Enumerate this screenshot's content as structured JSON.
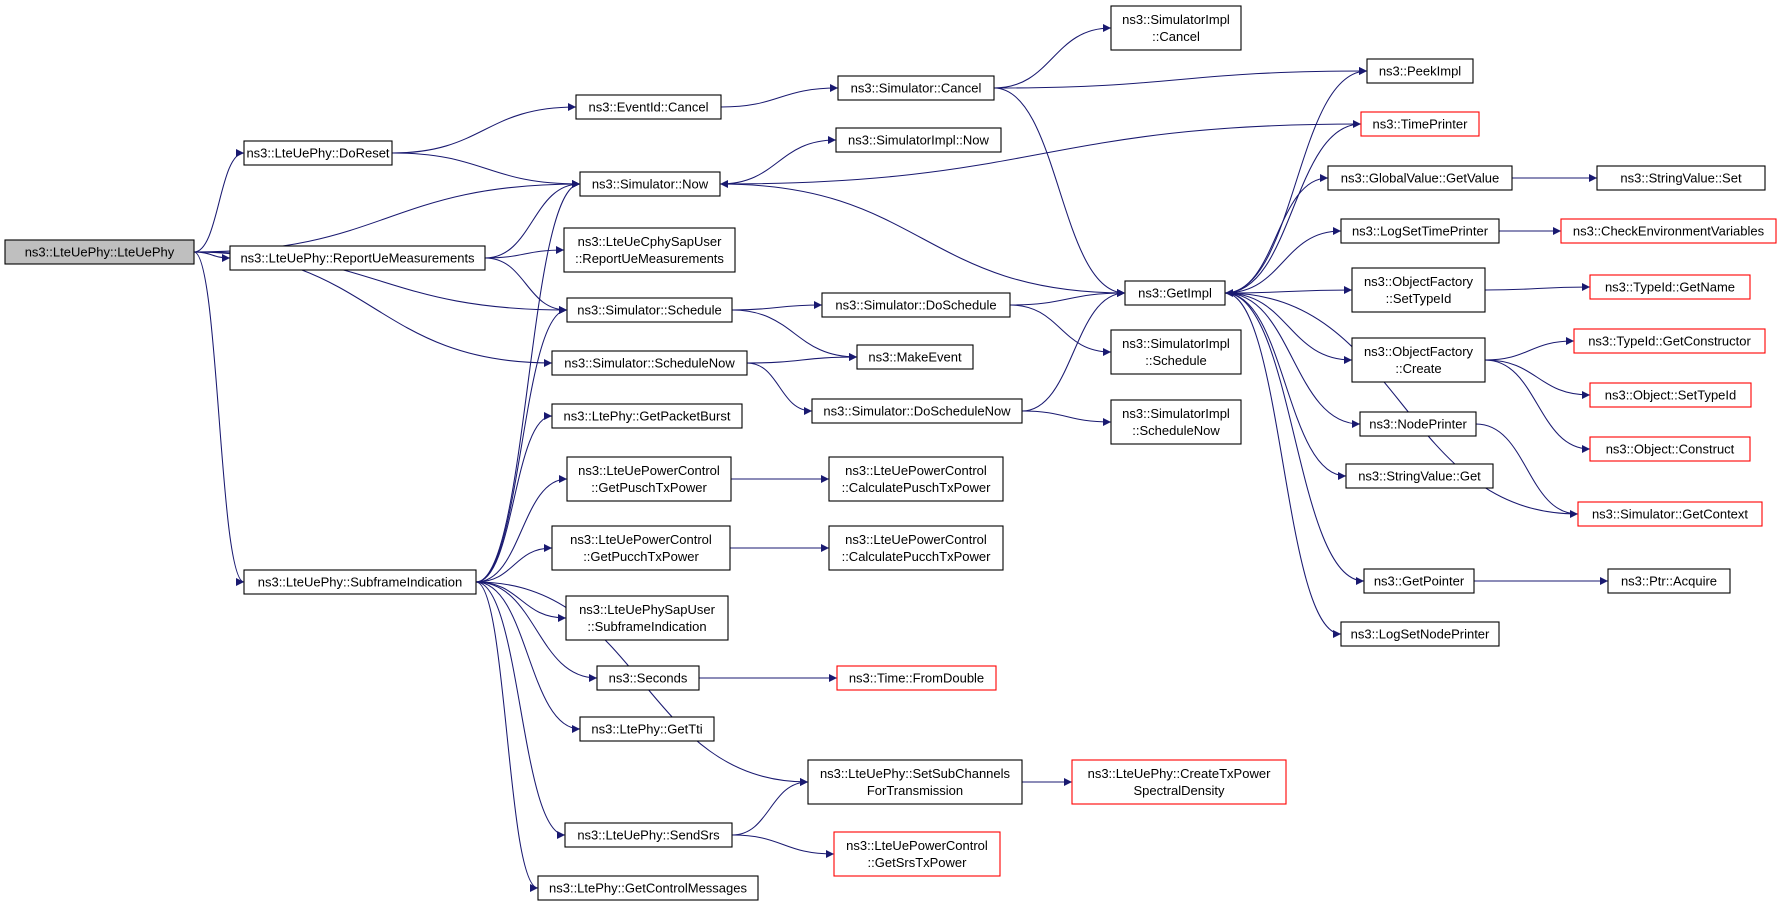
{
  "graph": {
    "type": "doxygen-call-graph",
    "colors": {
      "edge": "#191970",
      "node_border": "#000000",
      "truncated_node_border": "#ff0000",
      "root_fill": "#bfbfbf",
      "node_fill": "#ffffff"
    },
    "nodes": [
      {
        "id": "root",
        "lines": [
          "ns3::LteUePhy::LteUePhy"
        ],
        "style": "root"
      },
      {
        "id": "doreset",
        "lines": [
          "ns3::LteUePhy::DoReset"
        ]
      },
      {
        "id": "reportue",
        "lines": [
          "ns3::LteUePhy::ReportUeMeasurements"
        ]
      },
      {
        "id": "subframe",
        "lines": [
          "ns3::LteUePhy::SubframeIndication"
        ]
      },
      {
        "id": "eventcancel",
        "lines": [
          "ns3::EventId::Cancel"
        ]
      },
      {
        "id": "simnow",
        "lines": [
          "ns3::Simulator::Now"
        ]
      },
      {
        "id": "cphysap",
        "lines": [
          "ns3::LteUeCphySapUser",
          "::ReportUeMeasurements"
        ]
      },
      {
        "id": "simsched",
        "lines": [
          "ns3::Simulator::Schedule"
        ]
      },
      {
        "id": "simschednow",
        "lines": [
          "ns3::Simulator::ScheduleNow"
        ]
      },
      {
        "id": "getpacketburst",
        "lines": [
          "ns3::LtePhy::GetPacketBurst"
        ]
      },
      {
        "id": "getpusch",
        "lines": [
          "ns3::LteUePowerControl",
          "::GetPuschTxPower"
        ]
      },
      {
        "id": "getpucch",
        "lines": [
          "ns3::LteUePowerControl",
          "::GetPucchTxPower"
        ]
      },
      {
        "id": "physap",
        "lines": [
          "ns3::LteUePhySapUser",
          "::SubframeIndication"
        ]
      },
      {
        "id": "seconds",
        "lines": [
          "ns3::Seconds"
        ]
      },
      {
        "id": "gettti",
        "lines": [
          "ns3::LtePhy::GetTti"
        ]
      },
      {
        "id": "sendsrs",
        "lines": [
          "ns3::LteUePhy::SendSrs"
        ]
      },
      {
        "id": "getctrl",
        "lines": [
          "ns3::LtePhy::GetControlMessages"
        ]
      },
      {
        "id": "simcancel",
        "lines": [
          "ns3::Simulator::Cancel"
        ]
      },
      {
        "id": "implnow",
        "lines": [
          "ns3::SimulatorImpl::Now"
        ]
      },
      {
        "id": "dosched",
        "lines": [
          "ns3::Simulator::DoSchedule"
        ]
      },
      {
        "id": "makeevent",
        "lines": [
          "ns3::MakeEvent"
        ]
      },
      {
        "id": "doschednow",
        "lines": [
          "ns3::Simulator::DoScheduleNow"
        ]
      },
      {
        "id": "calcpusch",
        "lines": [
          "ns3::LteUePowerControl",
          "::CalculatePuschTxPower"
        ]
      },
      {
        "id": "calcpucch",
        "lines": [
          "ns3::LteUePowerControl",
          "::CalculatePucchTxPower"
        ]
      },
      {
        "id": "fromdouble",
        "lines": [
          "ns3::Time::FromDouble"
        ],
        "style": "red"
      },
      {
        "id": "setsubch",
        "lines": [
          "ns3::LteUePhy::SetSubChannels",
          "ForTransmission"
        ]
      },
      {
        "id": "getsrs",
        "lines": [
          "ns3::LteUePowerControl",
          "::GetSrsTxPower"
        ],
        "style": "red"
      },
      {
        "id": "implcancel",
        "lines": [
          "ns3::SimulatorImpl",
          "::Cancel"
        ]
      },
      {
        "id": "getimpl",
        "lines": [
          "ns3::GetImpl"
        ]
      },
      {
        "id": "implsched",
        "lines": [
          "ns3::SimulatorImpl",
          "::Schedule"
        ]
      },
      {
        "id": "implschednow",
        "lines": [
          "ns3::SimulatorImpl",
          "::ScheduleNow"
        ]
      },
      {
        "id": "createtx",
        "lines": [
          "ns3::LteUePhy::CreateTxPower",
          "SpectralDensity"
        ],
        "style": "red"
      },
      {
        "id": "peekimpl",
        "lines": [
          "ns3::PeekImpl"
        ]
      },
      {
        "id": "timeprinter",
        "lines": [
          "ns3::TimePrinter"
        ],
        "style": "red"
      },
      {
        "id": "gvgetvalue",
        "lines": [
          "ns3::GlobalValue::GetValue"
        ]
      },
      {
        "id": "logsettime",
        "lines": [
          "ns3::LogSetTimePrinter"
        ]
      },
      {
        "id": "ofsettypeid",
        "lines": [
          "ns3::ObjectFactory",
          "::SetTypeId"
        ]
      },
      {
        "id": "ofcreate",
        "lines": [
          "ns3::ObjectFactory",
          "::Create"
        ]
      },
      {
        "id": "nodeprinter",
        "lines": [
          "ns3::NodePrinter"
        ]
      },
      {
        "id": "svget",
        "lines": [
          "ns3::StringValue::Get"
        ]
      },
      {
        "id": "getpointer",
        "lines": [
          "ns3::GetPointer"
        ]
      },
      {
        "id": "logsetnode",
        "lines": [
          "ns3::LogSetNodePrinter"
        ]
      },
      {
        "id": "svset",
        "lines": [
          "ns3::StringValue::Set"
        ]
      },
      {
        "id": "checkenv",
        "lines": [
          "ns3::CheckEnvironmentVariables"
        ],
        "style": "red"
      },
      {
        "id": "tidgetname",
        "lines": [
          "ns3::TypeId::GetName"
        ],
        "style": "red"
      },
      {
        "id": "tidgetctor",
        "lines": [
          "ns3::TypeId::GetConstructor"
        ],
        "style": "red"
      },
      {
        "id": "objsettid",
        "lines": [
          "ns3::Object::SetTypeId"
        ],
        "style": "red"
      },
      {
        "id": "objconstruct",
        "lines": [
          "ns3::Object::Construct"
        ],
        "style": "red"
      },
      {
        "id": "simgetctx",
        "lines": [
          "ns3::Simulator::GetContext"
        ],
        "style": "red"
      },
      {
        "id": "ptracquire",
        "lines": [
          "ns3::Ptr::Acquire"
        ]
      }
    ],
    "edges": [
      [
        "root",
        "doreset"
      ],
      [
        "root",
        "simnow"
      ],
      [
        "root",
        "reportue"
      ],
      [
        "root",
        "simsched"
      ],
      [
        "root",
        "simschednow"
      ],
      [
        "root",
        "subframe"
      ],
      [
        "doreset",
        "eventcancel"
      ],
      [
        "doreset",
        "simnow"
      ],
      [
        "reportue",
        "simnow"
      ],
      [
        "reportue",
        "cphysap"
      ],
      [
        "reportue",
        "simsched"
      ],
      [
        "subframe",
        "simnow"
      ],
      [
        "subframe",
        "simsched"
      ],
      [
        "subframe",
        "getpacketburst"
      ],
      [
        "subframe",
        "getpusch"
      ],
      [
        "subframe",
        "getpucch"
      ],
      [
        "subframe",
        "physap"
      ],
      [
        "subframe",
        "seconds"
      ],
      [
        "subframe",
        "gettti"
      ],
      [
        "subframe",
        "setsubch"
      ],
      [
        "subframe",
        "sendsrs"
      ],
      [
        "subframe",
        "getctrl"
      ],
      [
        "eventcancel",
        "simcancel"
      ],
      [
        "simnow",
        "implnow"
      ],
      [
        "simnow",
        "getimpl"
      ],
      [
        "simsched",
        "dosched"
      ],
      [
        "simsched",
        "makeevent"
      ],
      [
        "simschednow",
        "makeevent"
      ],
      [
        "simschednow",
        "doschednow"
      ],
      [
        "getpusch",
        "calcpusch"
      ],
      [
        "getpucch",
        "calcpucch"
      ],
      [
        "seconds",
        "fromdouble"
      ],
      [
        "sendsrs",
        "setsubch"
      ],
      [
        "sendsrs",
        "getsrs"
      ],
      [
        "setsubch",
        "createtx"
      ],
      [
        "simcancel",
        "implcancel"
      ],
      [
        "simcancel",
        "peekimpl"
      ],
      [
        "simcancel",
        "getimpl"
      ],
      [
        "dosched",
        "getimpl"
      ],
      [
        "dosched",
        "implsched"
      ],
      [
        "doschednow",
        "getimpl"
      ],
      [
        "doschednow",
        "implschednow"
      ],
      [
        "getimpl",
        "peekimpl"
      ],
      [
        "getimpl",
        "timeprinter"
      ],
      [
        "getimpl",
        "gvgetvalue"
      ],
      [
        "getimpl",
        "logsettime"
      ],
      [
        "getimpl",
        "ofsettypeid"
      ],
      [
        "getimpl",
        "ofcreate"
      ],
      [
        "getimpl",
        "nodeprinter"
      ],
      [
        "getimpl",
        "svget"
      ],
      [
        "getimpl",
        "getpointer"
      ],
      [
        "getimpl",
        "logsetnode"
      ],
      [
        "timeprinter",
        "simnow"
      ],
      [
        "gvgetvalue",
        "svset"
      ],
      [
        "logsettime",
        "checkenv"
      ],
      [
        "ofsettypeid",
        "tidgetname"
      ],
      [
        "ofcreate",
        "tidgetctor"
      ],
      [
        "ofcreate",
        "objsettid"
      ],
      [
        "ofcreate",
        "objconstruct"
      ],
      [
        "nodeprinter",
        "simgetctx"
      ],
      [
        "simgetctx",
        "getimpl"
      ],
      [
        "getpointer",
        "ptracquire"
      ]
    ]
  }
}
